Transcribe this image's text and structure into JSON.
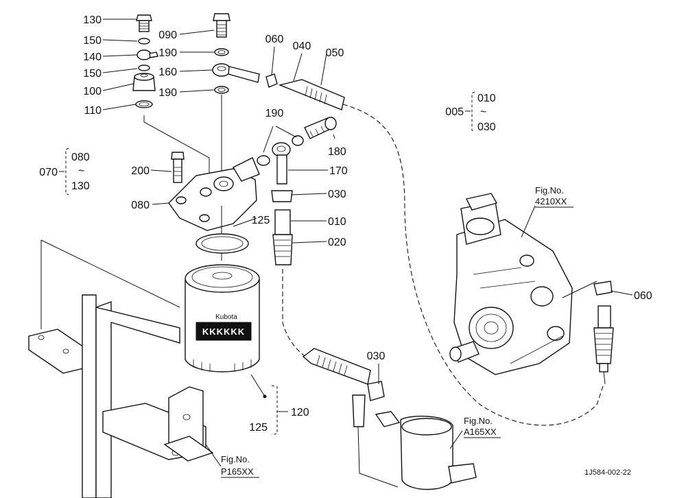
{
  "callouts": [
    {
      "id": "c130a",
      "text": "130"
    },
    {
      "id": "c150a",
      "text": "150"
    },
    {
      "id": "c140",
      "text": "140"
    },
    {
      "id": "c150b",
      "text": "150"
    },
    {
      "id": "c100",
      "text": "100"
    },
    {
      "id": "c110",
      "text": "110"
    },
    {
      "id": "c090",
      "text": "090"
    },
    {
      "id": "c190a",
      "text": "190"
    },
    {
      "id": "c160",
      "text": "160"
    },
    {
      "id": "c190b",
      "text": "190"
    },
    {
      "id": "c060a",
      "text": "060"
    },
    {
      "id": "c040",
      "text": "040"
    },
    {
      "id": "c050",
      "text": "050"
    },
    {
      "id": "c190c",
      "text": "190"
    },
    {
      "id": "c180",
      "text": "180"
    },
    {
      "id": "c170",
      "text": "170"
    },
    {
      "id": "c030a",
      "text": "030"
    },
    {
      "id": "c010",
      "text": "010"
    },
    {
      "id": "c020",
      "text": "020"
    },
    {
      "id": "c125a",
      "text": "125"
    },
    {
      "id": "c200",
      "text": "200"
    },
    {
      "id": "c080",
      "text": "080"
    },
    {
      "id": "c060b",
      "text": "060"
    },
    {
      "id": "c030b",
      "text": "030"
    },
    {
      "id": "c120",
      "text": "120"
    },
    {
      "id": "c125b",
      "text": "125"
    }
  ],
  "ranges": [
    {
      "id": "r005",
      "lead": "005",
      "from": "010",
      "to": "030"
    },
    {
      "id": "r070",
      "lead": "070",
      "from": "080",
      "to": "130"
    },
    {
      "id": "r120",
      "lead": "120",
      "from": "",
      "to": ""
    }
  ],
  "tilde": "~",
  "fig_refs": [
    {
      "id": "f4210",
      "line1": "Fig.No.",
      "line2": "4210XX"
    },
    {
      "id": "fA165",
      "line1": "Fig.No.",
      "line2": "A165XX"
    },
    {
      "id": "fP165",
      "line1": "Fig.No.",
      "line2": "P165XX"
    }
  ],
  "filter_brand": "Kubota",
  "filter_badge": "KKKKKK",
  "drawing_code": "1J584-002-22"
}
